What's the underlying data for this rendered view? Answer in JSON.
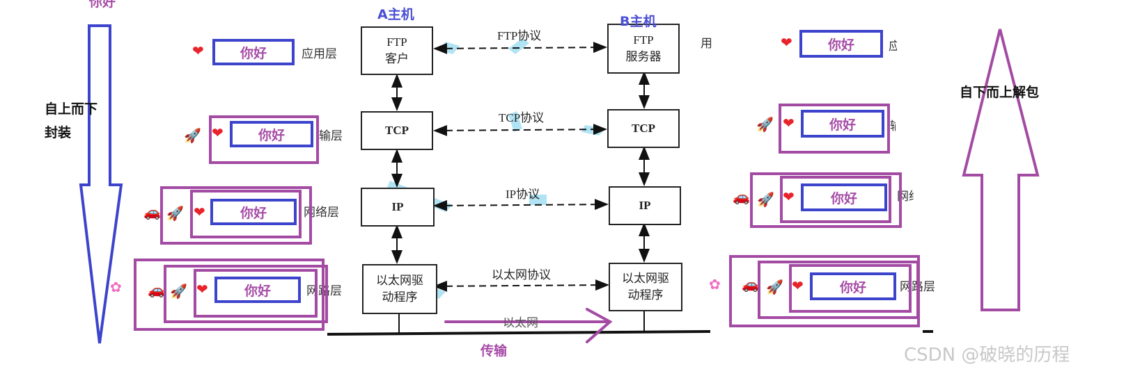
{
  "diagram": {
    "host_a": {
      "title": "A主机"
    },
    "host_b": {
      "title": "B主机"
    },
    "stack_a": [
      {
        "line1": "FTP",
        "line2": "客户"
      },
      {
        "line1": "TCP",
        "line2": ""
      },
      {
        "line1": "IP",
        "line2": ""
      },
      {
        "line1": "以太网驱",
        "line2": "动程序"
      }
    ],
    "stack_b": [
      {
        "line1": "FTP",
        "line2": "服务器"
      },
      {
        "line1": "TCP",
        "line2": ""
      },
      {
        "line1": "IP",
        "line2": ""
      },
      {
        "line1": "以太网驱",
        "line2": "动程序"
      }
    ],
    "protocols": [
      "FTP协议",
      "TCP协议",
      "IP协议",
      "以太网协议"
    ],
    "network_label": "以太网",
    "layers_left": [
      "应用层",
      "输层",
      "网络层",
      "网路层"
    ],
    "layers_right": [
      "用",
      "应",
      "输",
      "网络",
      "网路层"
    ],
    "payload_text": "你好",
    "top_cut_text": "你好",
    "encapsulate_note_line1": "自上而下",
    "encapsulate_note_line2": "封装",
    "decapsulate_note": "自下而上解包",
    "transmit_label": "传输",
    "header_icons": {
      "application": "heart-icon",
      "transport": "rocket-icon",
      "network": "car-icon",
      "link": "flower-icon"
    },
    "glyphs": {
      "heart": "❤",
      "rocket": "🚀",
      "car": "🚗",
      "flower": "✿"
    },
    "colors": {
      "blue": "#3d44cc",
      "purple": "#a34ba3",
      "text_purple": "#a64ca6",
      "host_blue": "#4a4fd4",
      "highlight": "#8fd9f0"
    }
  },
  "watermark": "CSDN @破晓的历程"
}
